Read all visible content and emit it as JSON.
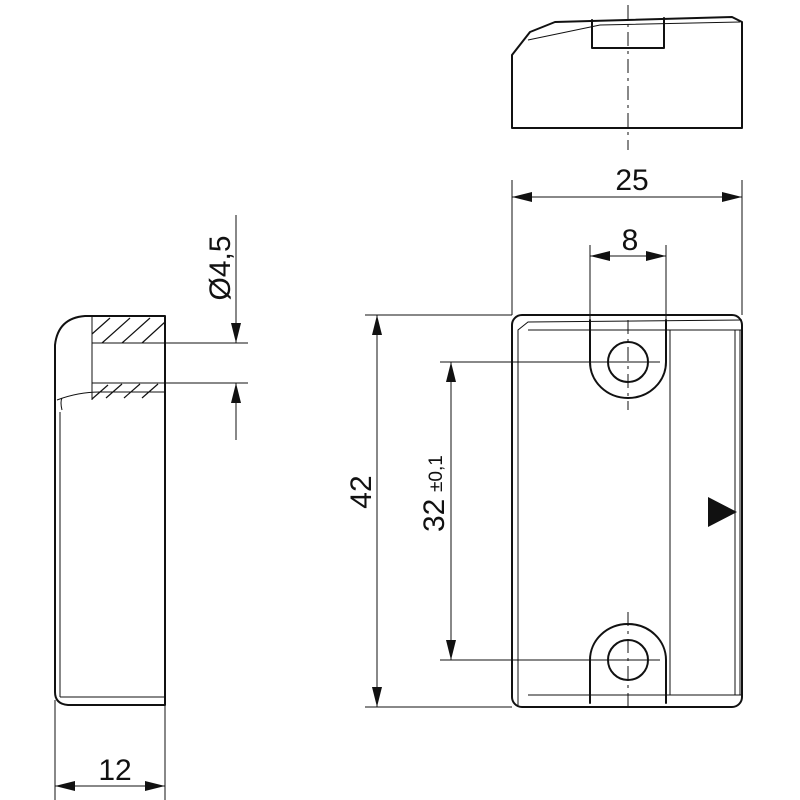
{
  "dimensions": {
    "width": "25",
    "hole_spacing_width": "8",
    "height": "42",
    "hole_distance": "32",
    "hole_distance_tolerance": "±0,1",
    "hole_diameter": "Ø4,5",
    "depth": "12"
  },
  "symbols": {
    "direction_marker": "triangle-right-icon"
  },
  "colors": {
    "line": "#111111",
    "background": "#ffffff"
  }
}
